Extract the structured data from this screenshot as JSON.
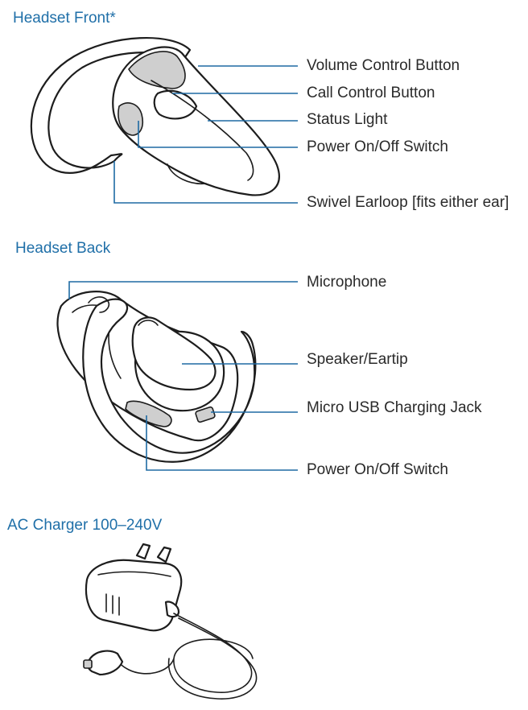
{
  "sections": {
    "front": {
      "title": "Headset Front*",
      "callouts": {
        "volume": "Volume Control Button",
        "call": "Call Control Button",
        "status": "Status Light",
        "power": "Power On/Off Switch",
        "earloop": "Swivel Earloop [fits either ear]"
      }
    },
    "back": {
      "title": "Headset Back",
      "callouts": {
        "microphone": "Microphone",
        "speaker": "Speaker/Eartip",
        "usb": "Micro USB Charging Jack",
        "power": "Power On/Off Switch"
      }
    },
    "charger": {
      "title": "AC Charger 100–240V"
    }
  },
  "colors": {
    "title": "#1f6fa8",
    "leader_line": "#1e6aa3",
    "text": "#2a2a2a"
  }
}
